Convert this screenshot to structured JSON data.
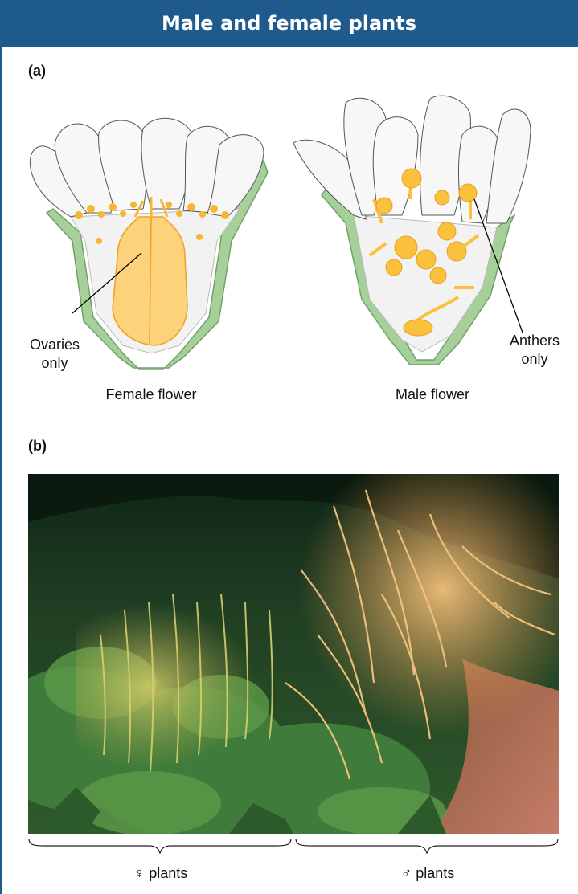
{
  "title": "Male and female plants",
  "panels": {
    "a": {
      "label": "(a)",
      "female": {
        "caption": "Female flower",
        "callout": [
          "Ovaries",
          "only"
        ]
      },
      "male": {
        "caption": "Male flower",
        "callout": [
          "Anthers",
          "only"
        ]
      }
    },
    "b": {
      "label": "(b)",
      "female_group": "♀ plants",
      "male_group": "♂ plants"
    }
  },
  "colors": {
    "title_bar": "#1f5a8c",
    "sepal_green": "#a7cf9a",
    "anther_orange": "#f7b630",
    "ovary_fill": "#fcd27a",
    "petal_white": "#f7f7f7"
  }
}
